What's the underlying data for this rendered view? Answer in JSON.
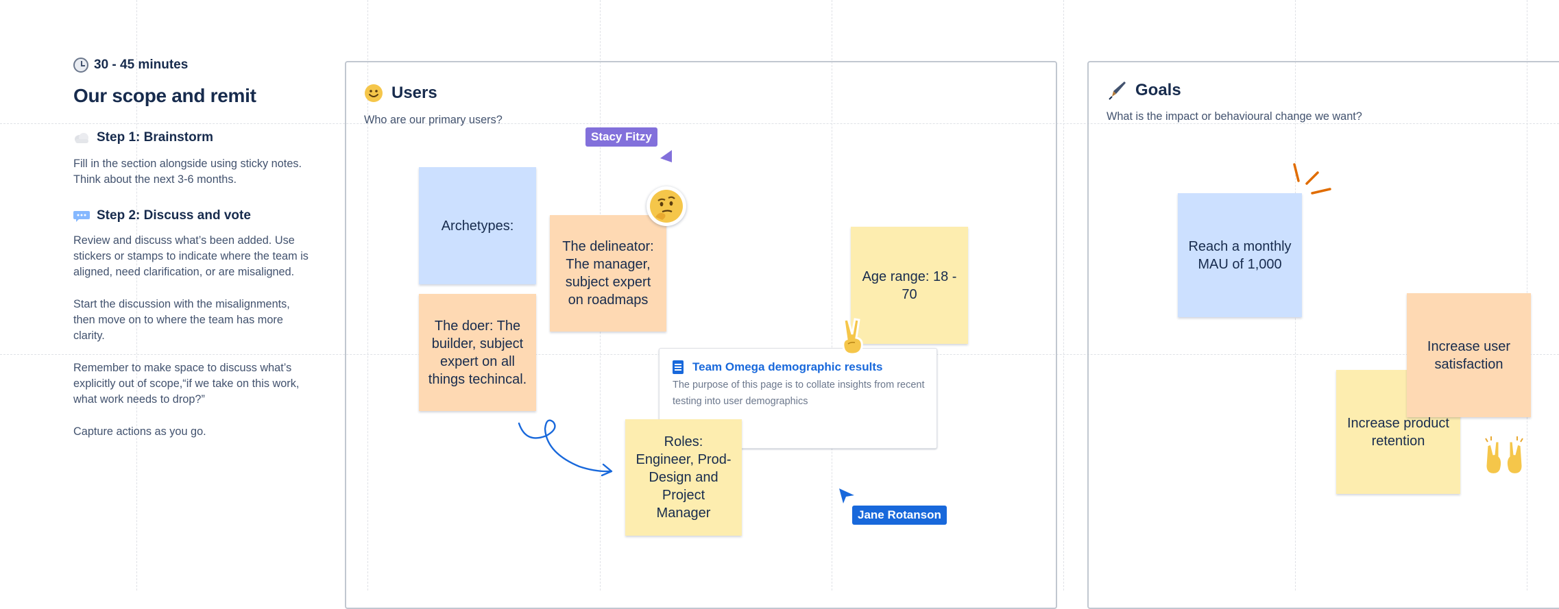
{
  "left": {
    "duration": "30 - 45 minutes",
    "title": "Our scope and remit",
    "step1": {
      "heading": "Step 1: Brainstorm",
      "body": "Fill in the section alongside using sticky notes. Think about the next 3-6 months."
    },
    "step2": {
      "heading": "Step 2: Discuss and vote",
      "paragraphs": [
        "Review and discuss what’s been added. Use stickers or stamps to indicate where the team is aligned, need clarification, or are misaligned.",
        "Start the discussion with the misalignments, then move on to where the team has more clarity.",
        "Remember to make space to discuss what’s explicitly out of scope,“if we take on this work, what work needs to drop?”",
        "Capture actions as you go."
      ]
    }
  },
  "users_frame": {
    "title": "Users",
    "subtitle": "Who are our primary users?",
    "stickies": {
      "archetypes": "Archetypes:",
      "delineator": "The delineator: The manager, subject expert on roadmaps",
      "doer": "The doer: The builder, subject expert on all things techincal.",
      "age": "Age range: 18 - 70",
      "roles": "Roles: Engineer, Prod-Design and Project Manager"
    },
    "link_card": {
      "title": "Team Omega demographic results",
      "description": "The purpose of this page is to collate insights from recent testing into user demographics"
    },
    "collaborators": [
      {
        "name": "Stacy Fitzy",
        "color": "#8270db"
      },
      {
        "name": "Jane Rotanson",
        "color": "#1868db"
      }
    ]
  },
  "goals_frame": {
    "title": "Goals",
    "subtitle": "What is the impact or behavioural change we want?",
    "stickies": {
      "mau": "Reach a monthly MAU of 1,000",
      "satisfaction": "Increase user satisfaction",
      "retention": "Increase product retention"
    }
  },
  "icons": [
    "clock-icon",
    "cloud-icon",
    "speech-bubble-icon",
    "smiley-icon",
    "pen-icon",
    "thinking-face-icon",
    "victory-hand-icon",
    "raising-hands-icon",
    "document-icon",
    "cursor-arrow-icon"
  ],
  "colors": {
    "sticky_blue": "#cce0ff",
    "sticky_orange": "#fed9b3",
    "sticky_yellow": "#fdedaf",
    "link_blue": "#1868db",
    "accent_orange": "#e06c00"
  }
}
